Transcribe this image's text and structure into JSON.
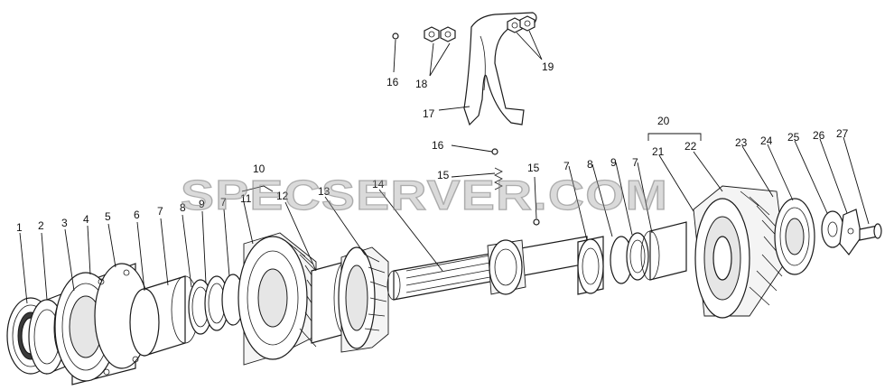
{
  "watermark": "SPECSERVER.COM",
  "callouts": {
    "c1": "1",
    "c2": "2",
    "c3": "3",
    "c4": "4",
    "c5": "5",
    "c6": "6",
    "c7a": "7",
    "c8a": "8",
    "c9a": "9",
    "c7b": "7",
    "c10": "10",
    "c11": "11",
    "c12": "12",
    "c13": "13",
    "c14": "14",
    "c15a": "15",
    "c15b": "15",
    "c16a": "16",
    "c16b": "16",
    "c17": "17",
    "c18": "18",
    "c19": "19",
    "c7c": "7",
    "c8b": "8",
    "c9b": "9",
    "c7d": "7",
    "c20": "20",
    "c21": "21",
    "c22": "22",
    "c23": "23",
    "c24": "24",
    "c25": "25",
    "c26": "26",
    "c27": "27"
  }
}
